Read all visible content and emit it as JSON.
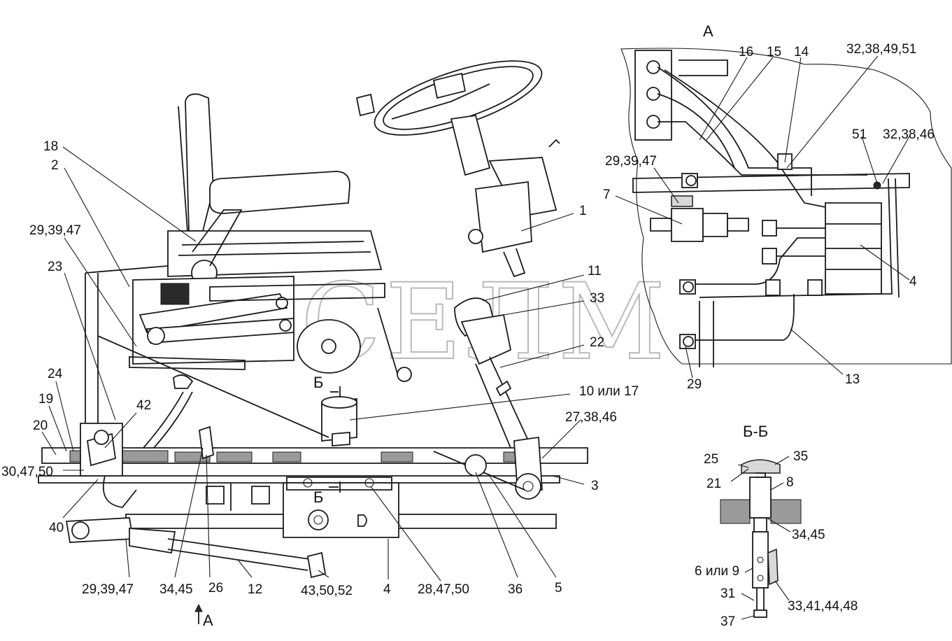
{
  "watermark": "СЕЛМ",
  "view_labels": {
    "view_a": "А",
    "view_a_arrow": "А",
    "section_bb": "Б-Б",
    "section_mark_top": "Б",
    "section_mark_bottom": "Б"
  },
  "callouts": {
    "c1": "1",
    "c2": "2",
    "c3": "3",
    "c4_main": "4",
    "c4_view": "4",
    "c5": "5",
    "c6_9": "6 или 9",
    "c7": "7",
    "c8": "8",
    "c10_17": "10 или 17",
    "c11": "11",
    "c12": "12",
    "c13": "13",
    "c14": "14",
    "c15": "15",
    "c16": "16",
    "c18": "18",
    "c19": "19",
    "c20": "20",
    "c21": "21",
    "c22": "22",
    "c23": "23",
    "c24": "24",
    "c25": "25",
    "c26": "26",
    "c27_38_46": "27,38,46",
    "c28_47_50": "28,47,50",
    "c29_view": "29",
    "c29_39_47_top": "29,39,47",
    "c29_39_47_bottom": "29,39,47",
    "c29_39_47_view": "29,39,47",
    "c30_47_50": "30,47,50",
    "c31": "31",
    "c32_38_46": "32,38,46",
    "c32_38_49_51": "32,38,49,51",
    "c33": "33",
    "c33_41_44_48": "33,41,44,48",
    "c34_45_main": "34,45",
    "c34_45_section": "34,45",
    "c35": "35",
    "c36": "36",
    "c37": "37",
    "c40": "40",
    "c42": "42",
    "c43_50_52": "43,50,52",
    "c51": "51"
  }
}
